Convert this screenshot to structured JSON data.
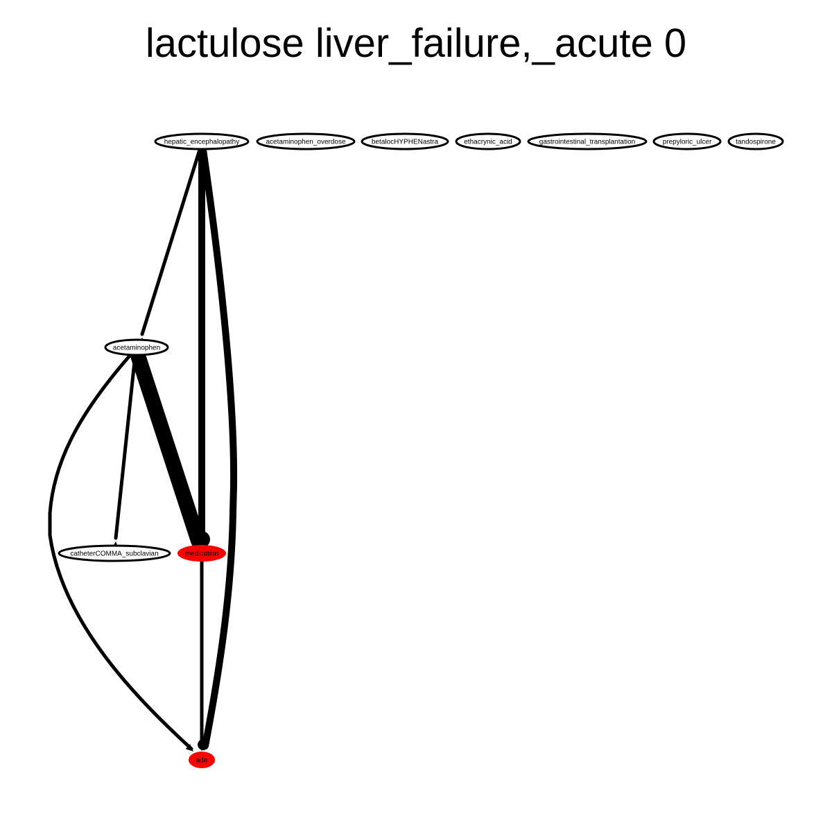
{
  "title": "lactulose liver_failure,_acute 0",
  "colors": {
    "highlight": "#ff0000",
    "default_fill": "#ffffff",
    "stroke": "#000000"
  },
  "nodes": [
    {
      "id": "hepatic_encephalopathy",
      "label": "hepatic_encephalopathy",
      "highlighted": false
    },
    {
      "id": "acetaminophen_overdose",
      "label": "acetaminophen_overdose",
      "highlighted": false
    },
    {
      "id": "betalocHYPHENastra",
      "label": "betalocHYPHENastra",
      "highlighted": false
    },
    {
      "id": "ethacrynic_acid",
      "label": "ethacrynic_acid",
      "highlighted": false
    },
    {
      "id": "gastrointestinal_transplantation",
      "label": "gastrointestinal_transplantation",
      "highlighted": false
    },
    {
      "id": "prepyloric_ulcer",
      "label": "prepyloric_ulcer",
      "highlighted": false
    },
    {
      "id": "tandospirone",
      "label": "tandospirone",
      "highlighted": false
    },
    {
      "id": "acetaminophen",
      "label": "acetaminophen",
      "highlighted": false
    },
    {
      "id": "catheterCOMMA_subclavian",
      "label": "catheterCOMMA_subclavian",
      "highlighted": false
    },
    {
      "id": "medication",
      "label": "medication",
      "highlighted": true
    },
    {
      "id": "ade",
      "label": "ade",
      "highlighted": true
    }
  ],
  "edges": [
    {
      "from": "hepatic_encephalopathy",
      "to": "acetaminophen",
      "weight": "light"
    },
    {
      "from": "hepatic_encephalopathy",
      "to": "medication",
      "weight": "heavy"
    },
    {
      "from": "hepatic_encephalopathy",
      "to": "ade",
      "weight": "heavy"
    },
    {
      "from": "acetaminophen",
      "to": "catheterCOMMA_subclavian",
      "weight": "light"
    },
    {
      "from": "acetaminophen",
      "to": "medication",
      "weight": "heaviest"
    },
    {
      "from": "acetaminophen",
      "to": "ade",
      "weight": "light"
    },
    {
      "from": "medication",
      "to": "ade",
      "weight": "light"
    }
  ]
}
